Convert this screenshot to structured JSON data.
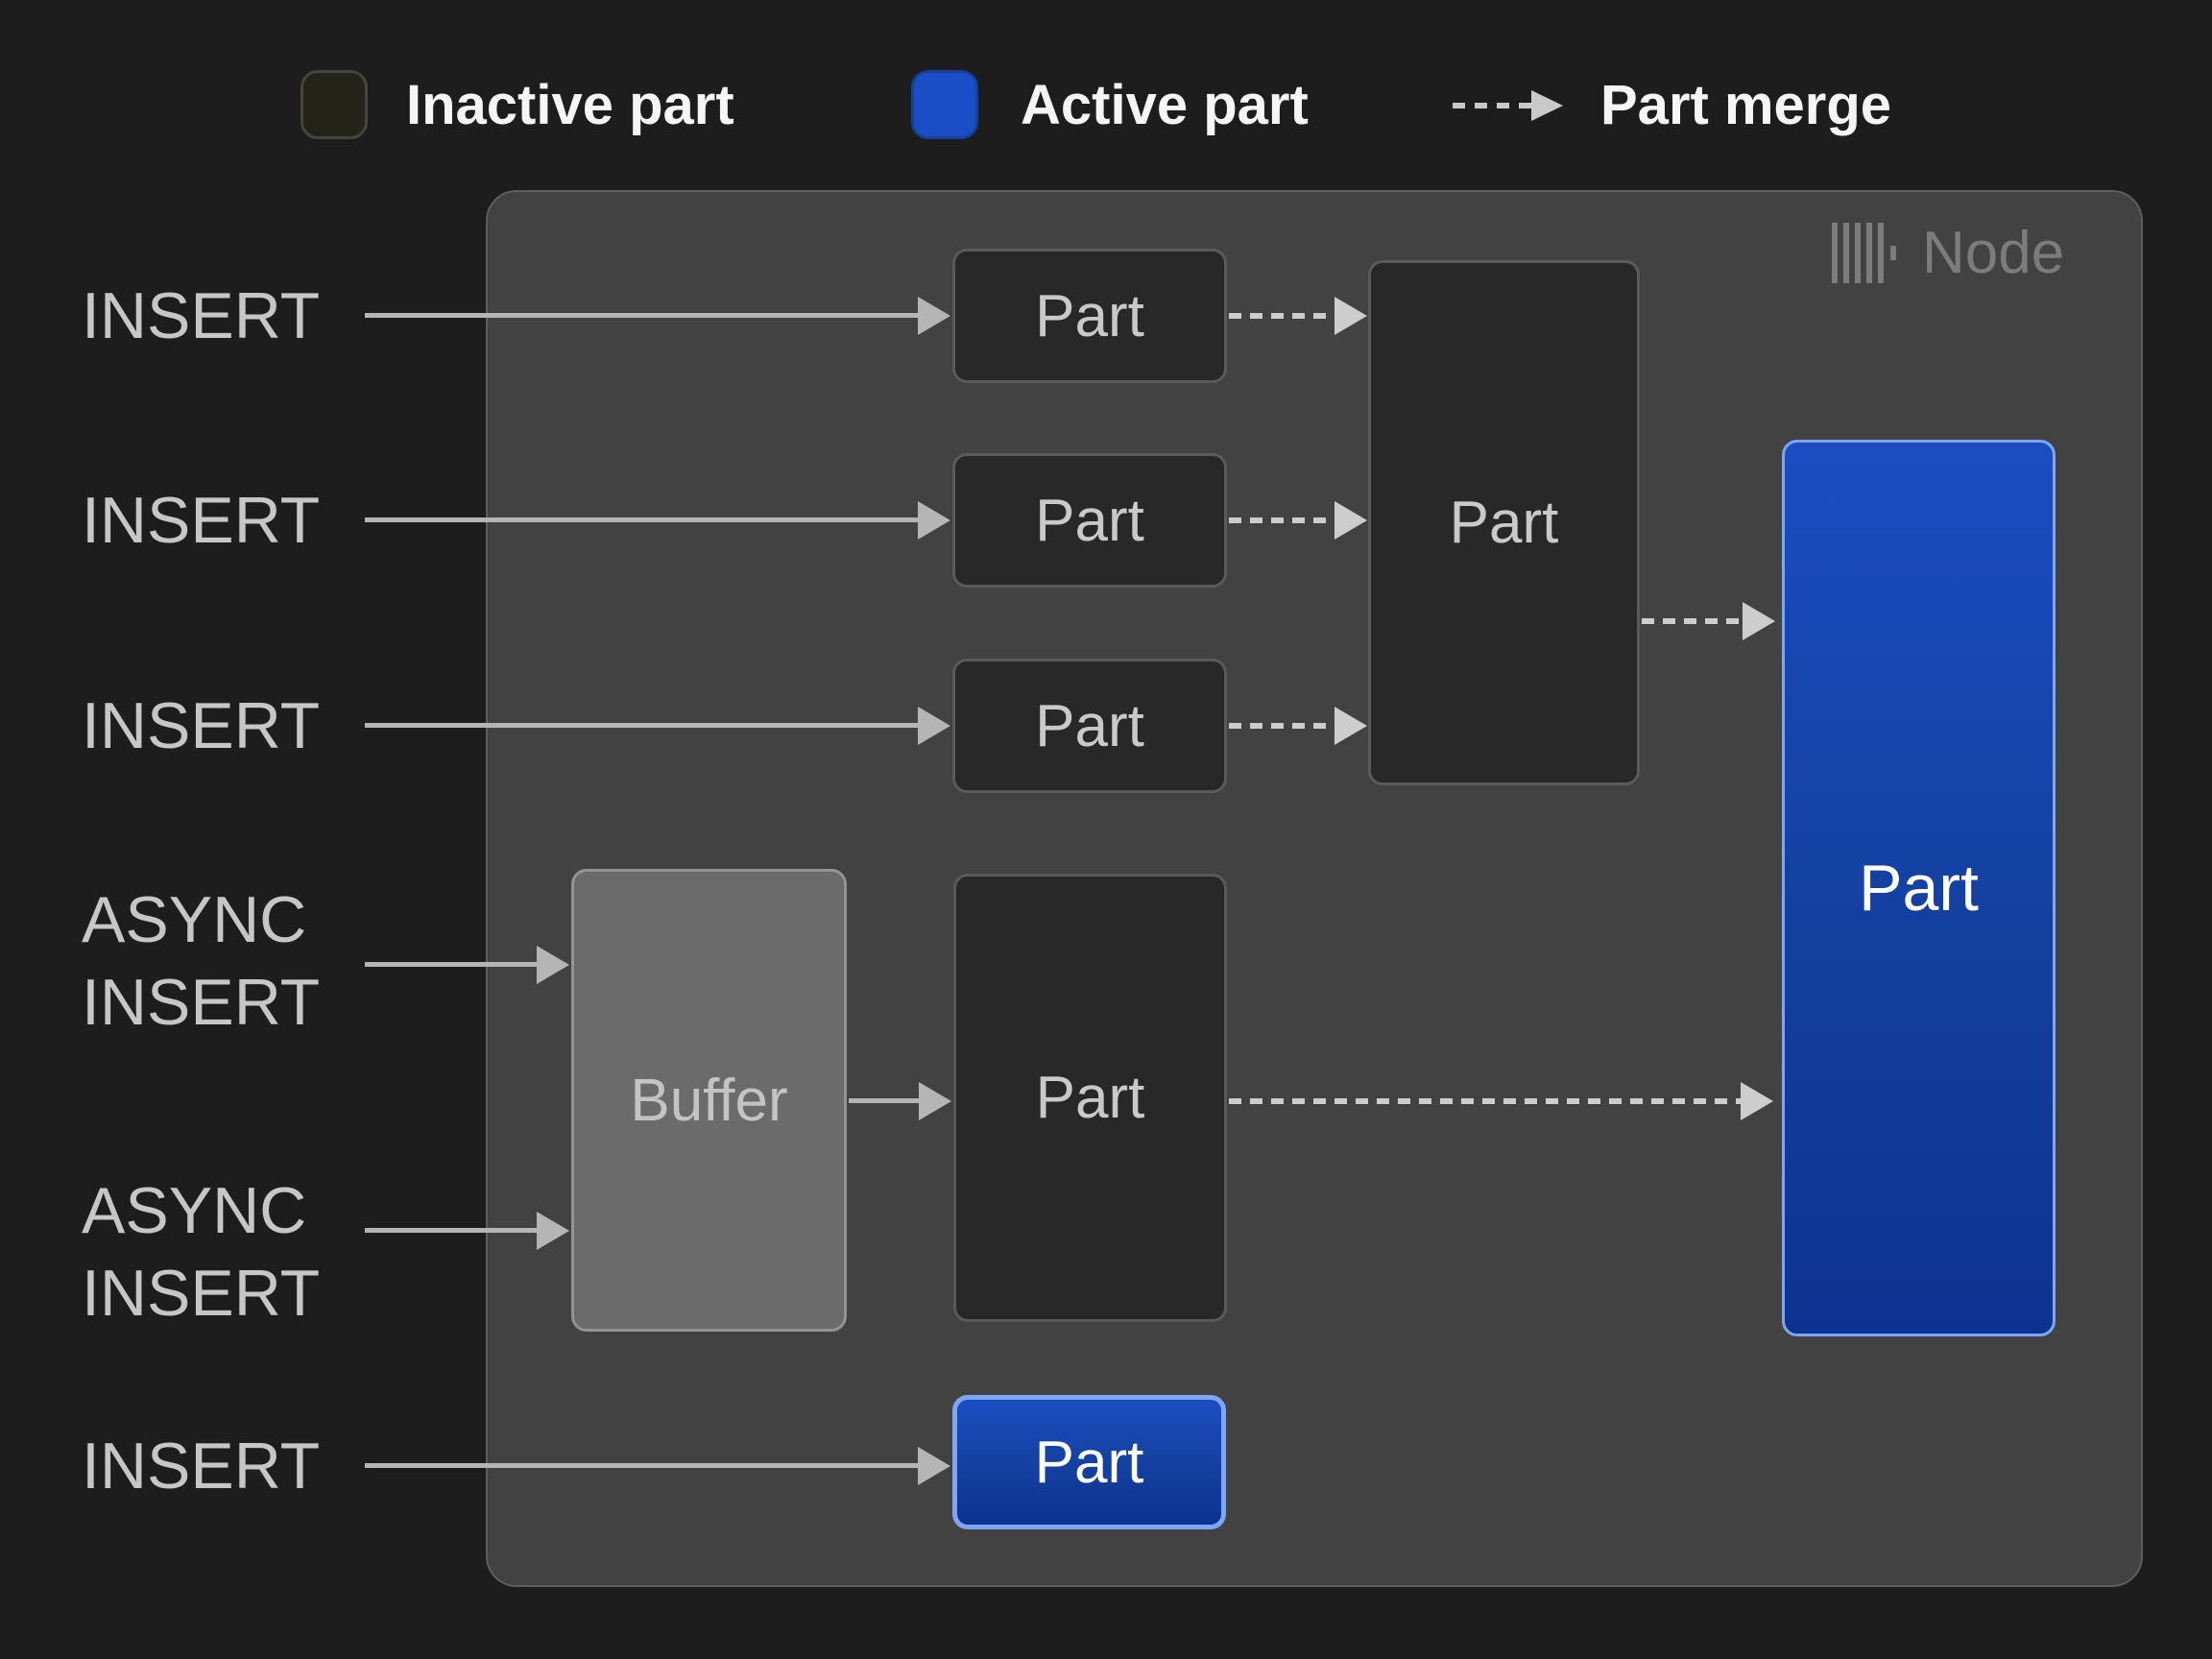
{
  "legend": {
    "items": [
      {
        "label": "Inactive part",
        "swatch_color": "#23231a"
      },
      {
        "label": "Active part",
        "swatch_color": "#1b4ec6"
      },
      {
        "label": "Part merge",
        "arrow_color": "#c9c9c9"
      }
    ]
  },
  "node": {
    "title": "Node",
    "icon": "clickhouse-logo-icon"
  },
  "sources": {
    "insert_1": "INSERT",
    "insert_2": "INSERT",
    "insert_3": "INSERT",
    "async_1": {
      "line1": "ASYNC",
      "line2": "INSERT"
    },
    "async_2": {
      "line1": "ASYNC",
      "line2": "INSERT"
    },
    "insert_4": "INSERT"
  },
  "boxes": {
    "part_small_1": "Part",
    "part_small_2": "Part",
    "part_small_3": "Part",
    "part_merged": "Part",
    "buffer": "Buffer",
    "part_buffered": "Part",
    "part_active_large": "Part",
    "part_active_small": "Part"
  },
  "colors": {
    "page_bg": "#1d1d1e",
    "node_bg": "#424242",
    "node_border": "#5e5e5e",
    "node_title_text": "#7c7c7c",
    "inactive_fill": "#282828",
    "inactive_border": "#5a5a5a",
    "inactive_text": "#c9c9c9",
    "active_fill_top": "#1b4dc1",
    "active_fill_bottom": "#0d3391",
    "active_border": "#7ea6f2",
    "active_text": "#ffffff",
    "buffer_fill": "#6b6b6b",
    "buffer_border": "#949494",
    "solid_arrow": "#b5b5b5",
    "dashed_arrow": "#cdcdcd",
    "source_label_text": "#c6c6c6",
    "legend_text": "#f5f5f5",
    "legend_inactive_swatch": "#23231a",
    "legend_active_swatch": "#1b4ec6"
  }
}
